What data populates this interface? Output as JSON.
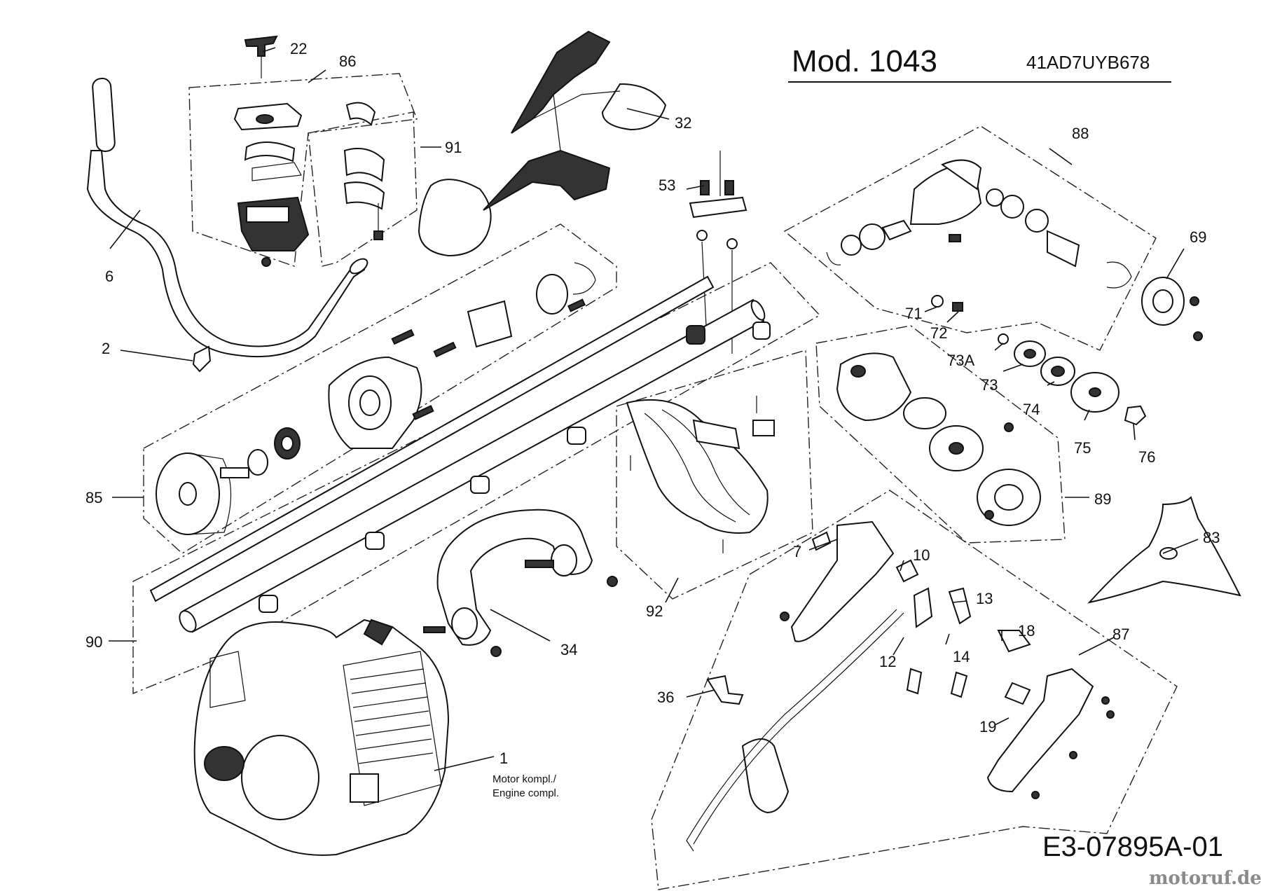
{
  "header": {
    "model": "Mod. 1043",
    "code": "41AD7UYB678"
  },
  "footer": {
    "drawing_number": "E3-07895A-01",
    "watermark": "motoruf.de"
  },
  "motor_caption": {
    "line1": "Motor kompl./",
    "line2": "Engine compl."
  },
  "callouts": [
    "22",
    "86",
    "91",
    "32",
    "88",
    "6",
    "53",
    "69",
    "2",
    "71",
    "72",
    "73A",
    "73",
    "74",
    "75",
    "76",
    "85",
    "89",
    "83",
    "7",
    "10",
    "13",
    "18",
    "87",
    "90",
    "92",
    "34",
    "12",
    "14",
    "36",
    "19",
    "1"
  ],
  "colors": {
    "line": "#111111",
    "background": "#ffffff",
    "watermark_red": "#c8102e",
    "watermark_gray": "#8a8a8a"
  }
}
